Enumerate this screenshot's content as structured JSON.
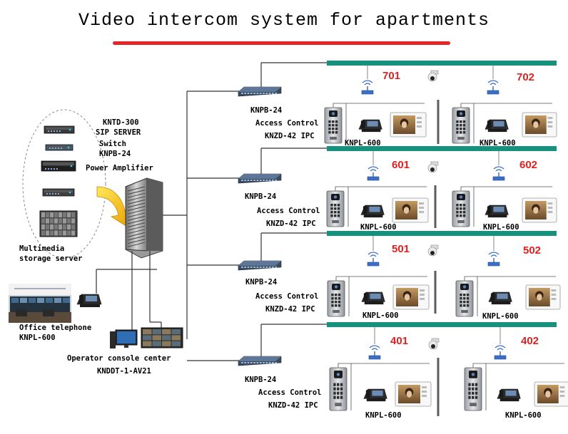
{
  "title": "Video intercom system for apartments",
  "accent_color": "#e32626",
  "floor_bar_color": "#16917e",
  "server_labels": {
    "sip_model": "KNTD-300",
    "sip_name": "SIP SERVER",
    "switch_name": "Switch",
    "switch_model": "KNPB-24",
    "amplifier": "Power Amplifier",
    "storage_line1": "Multimedia",
    "storage_line2": "storage server"
  },
  "office": {
    "line1": "Office telephone",
    "line2": "KNPL-600"
  },
  "operator": {
    "line1": "Operator console center",
    "line2": "KNDDT-1-AV21"
  },
  "floors": [
    {
      "switch": "KNPB-24",
      "access": "Access Control",
      "ipc": "KNZD-42 IPC",
      "rooms": [
        {
          "number": "701",
          "phone": "KNPL-600"
        },
        {
          "number": "702",
          "phone": "KNPL-600"
        }
      ]
    },
    {
      "switch": "KNPB-24",
      "access": "Access Control",
      "ipc": "KNZD-42 IPC",
      "rooms": [
        {
          "number": "601",
          "phone": "KNPL-600"
        },
        {
          "number": "602",
          "phone": "KNPL-600"
        }
      ]
    },
    {
      "switch": "KNPB-24",
      "access": "Access Control",
      "ipc": "KNZD-42 IPC",
      "rooms": [
        {
          "number": "501",
          "phone": "KNPL-600"
        },
        {
          "number": "502",
          "phone": "KNPL-600"
        }
      ]
    },
    {
      "switch": "KNPB-24",
      "access": "Access Control",
      "ipc": "KNZD-42 IPC",
      "rooms": [
        {
          "number": "401",
          "phone": "KNPL-600"
        },
        {
          "number": "402",
          "phone": "KNPL-600"
        }
      ]
    }
  ]
}
